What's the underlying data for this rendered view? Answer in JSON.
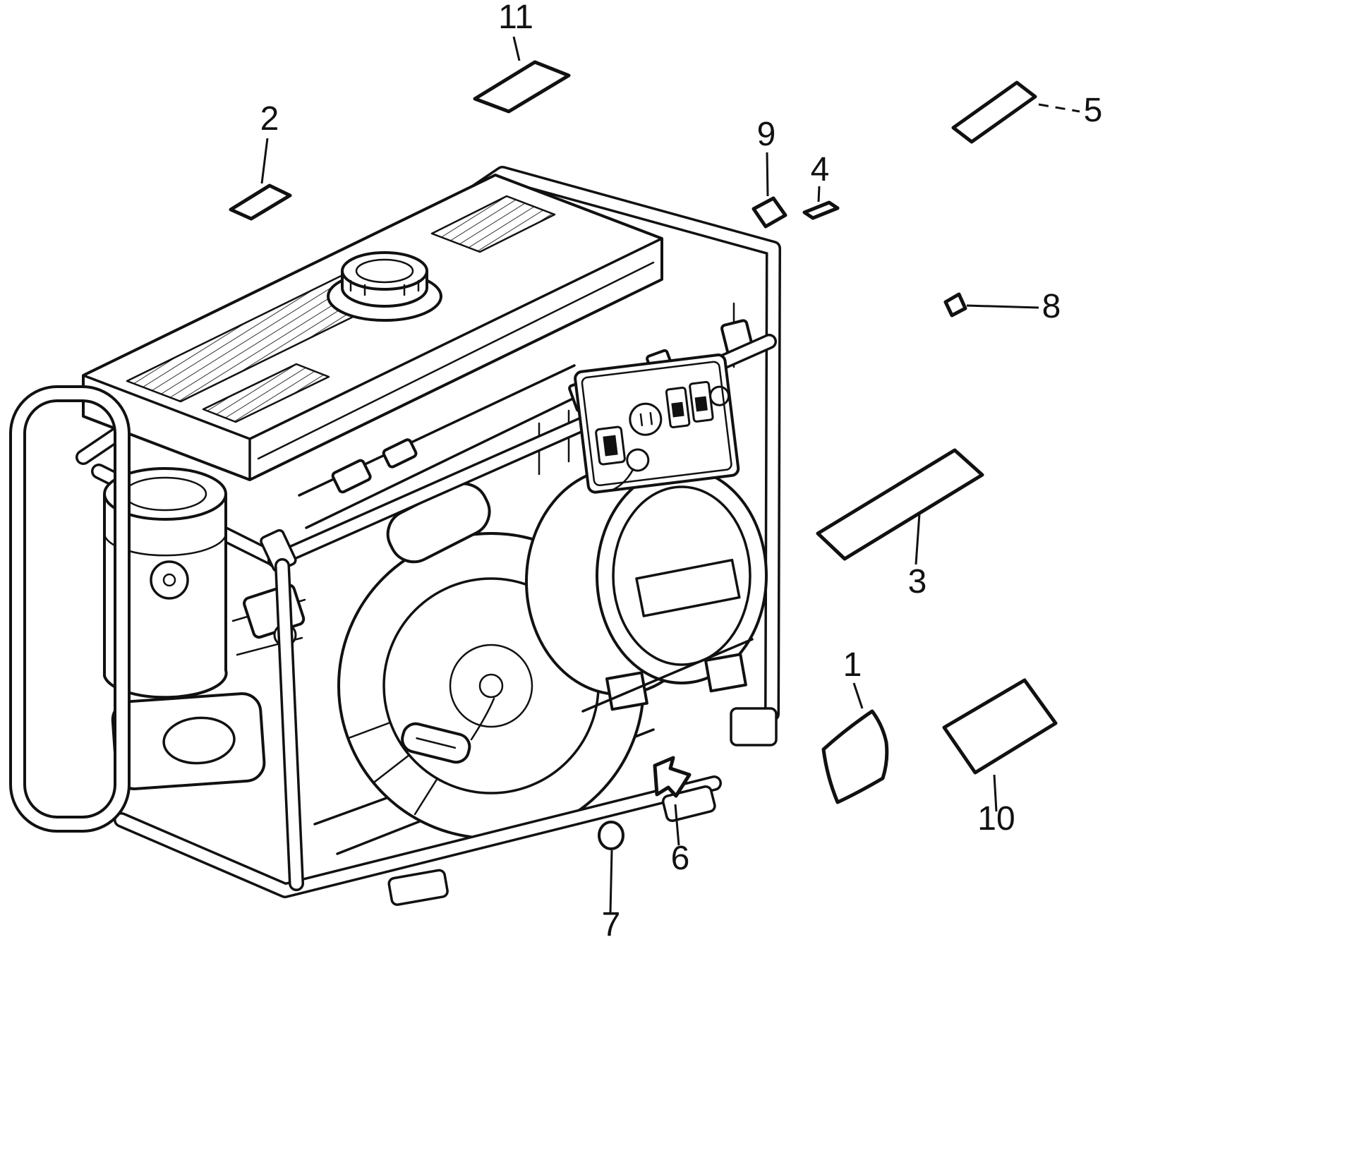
{
  "diagram": {
    "type": "parts-diagram-line-art",
    "callouts": [
      {
        "label": "1"
      },
      {
        "label": "2"
      },
      {
        "label": "3"
      },
      {
        "label": "4"
      },
      {
        "label": "5"
      },
      {
        "label": "6"
      },
      {
        "label": "7"
      },
      {
        "label": "8"
      },
      {
        "label": "9"
      },
      {
        "label": "10"
      },
      {
        "label": "11"
      }
    ]
  },
  "colors": {
    "ink": "#111111",
    "paper": "#ffffff"
  }
}
